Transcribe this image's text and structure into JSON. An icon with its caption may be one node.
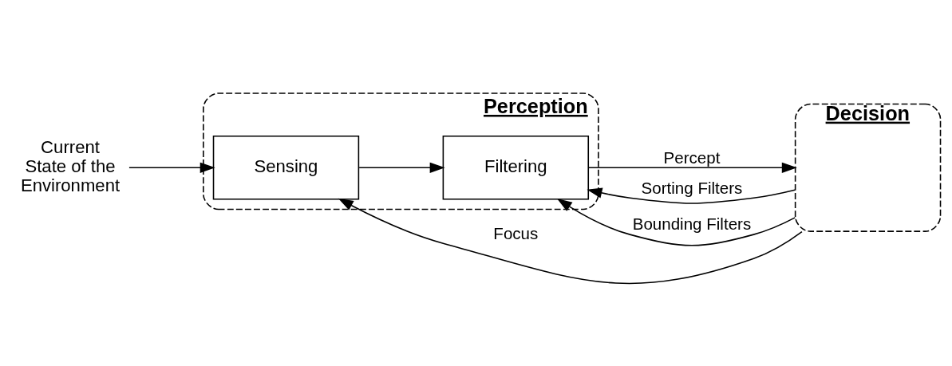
{
  "diagram": {
    "nodes": [
      {
        "text": [
          "Perception"
        ]
      },
      {
        "text": [
          "Sensing"
        ],
        "in": 0
      },
      {
        "text": [
          "Filtering"
        ],
        "in": 0
      },
      {
        "text": [
          "Decision"
        ]
      },
      {
        "text": [
          "Current State of the Environment"
        ]
      }
    ],
    "edges": [
      {
        "from": 4,
        "to": 1,
        "arrow": "to"
      },
      {
        "from": 1,
        "to": 2,
        "arrow": "to"
      },
      {
        "from": 2,
        "to": 3,
        "arrow": "to",
        "label": "Percept"
      },
      {
        "from": 3,
        "to": 1,
        "arrow": "to",
        "label": "Focus"
      },
      {
        "from": 3,
        "to": 2,
        "arrow": "to",
        "label": "Sorting Filters"
      },
      {
        "from": 3,
        "to": 2,
        "arrow": "to",
        "label": "Bounding Filters"
      }
    ]
  }
}
